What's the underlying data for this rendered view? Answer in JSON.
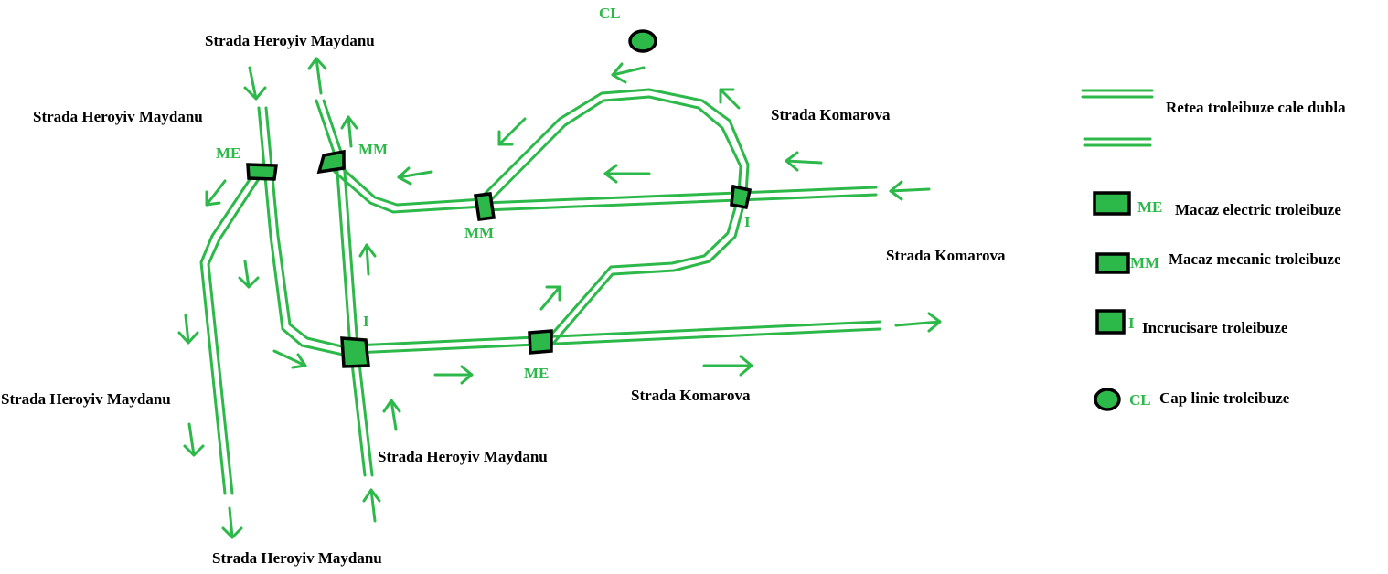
{
  "colors": {
    "line": "#2db84a",
    "outline": "#000000",
    "text": "#000000"
  },
  "streets": {
    "heroyiv_top": "Strada Heroyiv Maydanu",
    "heroyiv_left_top": "Strada Heroyiv Maydanu",
    "heroyiv_left_bottom": "Strada Heroyiv Maydanu",
    "heroyiv_bottom_right": "Strada Heroyiv Maydanu",
    "heroyiv_bottom": "Strada Heroyiv Maydanu",
    "komarova_top": "Strada Komarova",
    "komarova_mid": "Strada Komarova",
    "komarova_bottom": "Strada Komarova"
  },
  "nodes": {
    "cl": "CL",
    "me_top": "ME",
    "mm_top": "MM",
    "mm_mid": "MM",
    "i_right": "I",
    "i_center": "I",
    "me_bottom": "ME"
  },
  "legend": {
    "double_line": {
      "text": "Retea troleibuze cale dubla",
      "icon": "double-line-icon"
    },
    "electric_switch": {
      "code": "ME",
      "text": "Macaz electric troleibuze",
      "icon": "square-node-icon"
    },
    "mechanical_switch": {
      "code": "MM",
      "text": "Macaz mecanic troleibuze",
      "icon": "square-node-icon"
    },
    "crossing": {
      "code": "I",
      "text": "Incrucisare troleibuze",
      "icon": "square-node-icon"
    },
    "terminus": {
      "code": "CL",
      "text": "Cap linie troleibuze",
      "icon": "circle-node-icon"
    }
  }
}
